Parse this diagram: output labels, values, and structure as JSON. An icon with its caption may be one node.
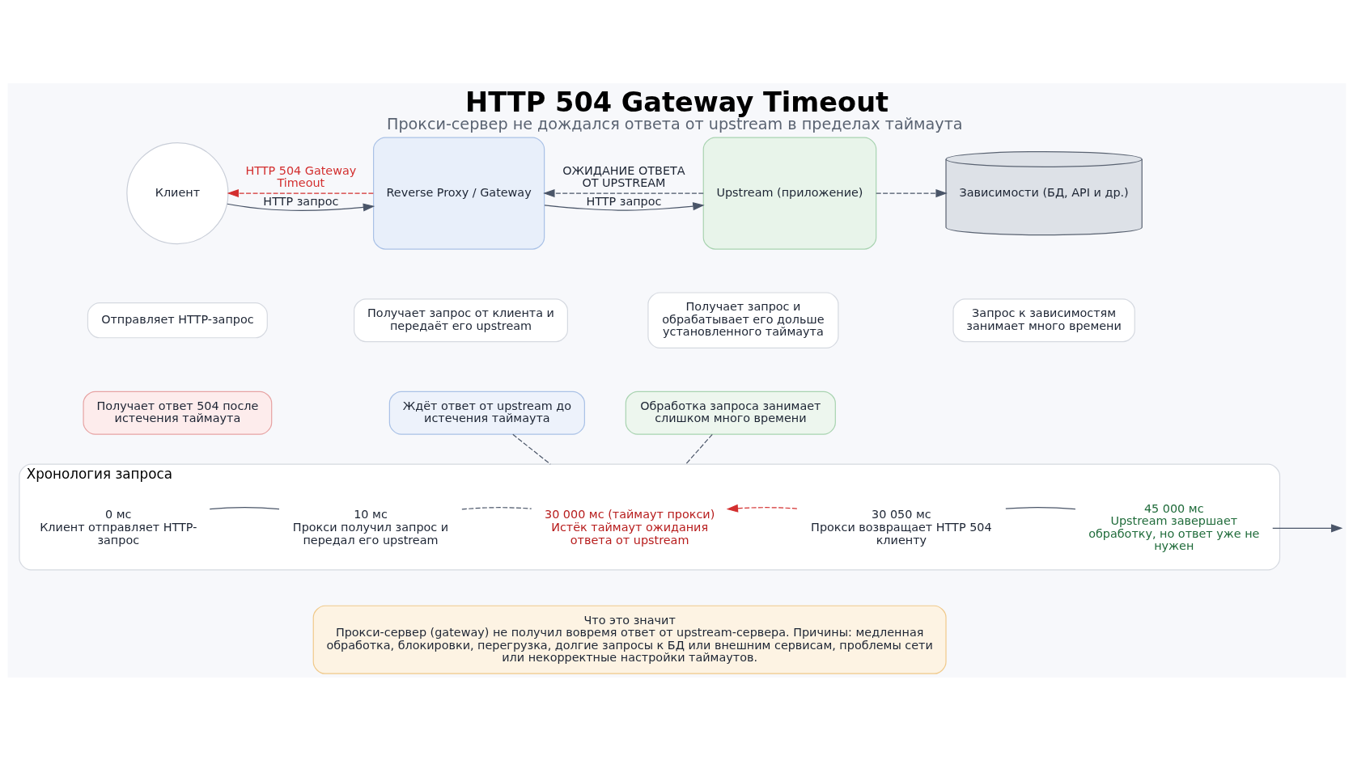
{
  "diagram": {
    "title": "HTTP 504 Gateway Timeout",
    "caption": "Прокси-сервер не дождался ответа от upstream в пределах таймаута",
    "nodes": [
      {
        "text": [
          "Клиент"
        ]
      },
      {
        "text": [
          "Reverse Proxy / Gateway"
        ]
      },
      {
        "text": [
          "Upstream (приложение)"
        ]
      },
      {
        "text": [
          "Зависимости (БД, API и др.)"
        ]
      },
      {
        "text": [
          "Отправляет HTTP-запрос"
        ]
      },
      {
        "text": [
          "Получает запрос от клиента и передаёт его upstream"
        ]
      },
      {
        "text": [
          "Получает запрос и обрабатывает его дольше установленного таймаута"
        ]
      },
      {
        "text": [
          "Запрос к зависимостям занимает много времени"
        ]
      },
      {
        "text": [
          "Получает ответ 504 после истечения таймаута"
        ]
      },
      {
        "text": [
          "Ждёт ответ от upstream до истечения таймаута"
        ]
      },
      {
        "text": [
          "Обработка запроса занимает слишком много времени"
        ]
      },
      {
        "text": [
          "Хронология запроса"
        ]
      },
      {
        "text": [
          "0 мс",
          "Клиент отправляет HTTP-запрос"
        ],
        "in": 11
      },
      {
        "text": [
          "10 мс",
          "Прокси получил запрос и передал его upstream"
        ],
        "in": 11
      },
      {
        "text": [
          "30 000 мс (таймаут прокси)",
          "Истёк таймаут ожидания ответа от upstream"
        ],
        "in": 11
      },
      {
        "text": [
          "30 050 мс",
          "Прокси возвращает HTTP 504 клиенту"
        ],
        "in": 11
      },
      {
        "text": [
          "45 000 мс",
          "Upstream завершает обработку, но ответ уже не нужен"
        ],
        "in": 11
      },
      {
        "text": [
          "Что это значит",
          "Прокси-сервер (gateway) не получил вовремя ответ от upstream-сервера. Причины: медленная обработка, блокировки, перегрузка, долгие запросы к БД или внешним сервисам, проблемы сети или некорректные настройки таймаутов."
        ]
      }
    ],
    "edges": [
      {
        "from": 0,
        "to": 1,
        "arrow": "to",
        "label": "HTTP запрос"
      },
      {
        "from": 1,
        "to": 0,
        "arrow": "to",
        "label": "HTTP 504 Gateway Timeout",
        "style": "dashed",
        "color": "#d32f2f"
      },
      {
        "from": 1,
        "to": 2,
        "arrow": "to",
        "label": "HTTP запрос"
      },
      {
        "from": 2,
        "to": 1,
        "arrow": "to",
        "label": "ОЖИДАНИЕ ОТВЕТА ОТ UPSTREAM",
        "style": "dashed"
      },
      {
        "from": 2,
        "to": 3,
        "arrow": "to",
        "style": "dashed"
      },
      {
        "from": 9,
        "to": 11,
        "arrow": "none",
        "style": "dashed"
      },
      {
        "from": 10,
        "to": 11,
        "arrow": "none",
        "style": "dashed"
      },
      {
        "from": 12,
        "to": 13,
        "arrow": "none"
      },
      {
        "from": 13,
        "to": 14,
        "arrow": "none",
        "style": "dashed"
      },
      {
        "from": 15,
        "to": 14,
        "arrow": "to",
        "style": "dashed",
        "color": "#d32f2f"
      },
      {
        "from": 15,
        "to": 16,
        "arrow": "none"
      },
      {
        "from": 16,
        "to": null,
        "arrow": "to"
      }
    ]
  }
}
